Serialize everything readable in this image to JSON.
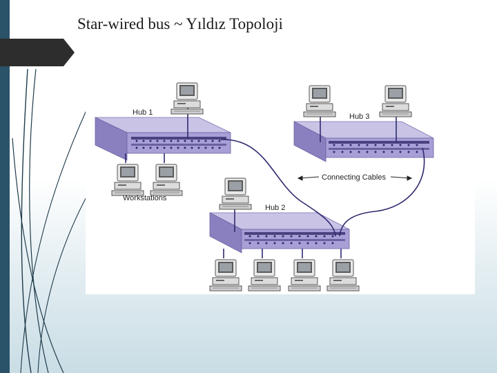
{
  "slide": {
    "title": "Star-wired bus ~ Yıldız Topoloji"
  },
  "diagram": {
    "labels": {
      "hub1": "Hub 1",
      "hub2": "Hub 2",
      "hub3": "Hub 3",
      "workstations": "Workstations",
      "connecting_cables": "Connecting Cables"
    },
    "icons": {
      "workstation": "desktop-computer-icon",
      "hub": "network-hub-icon"
    },
    "colors": {
      "accent": "#2a5268",
      "hub_top": "#c9c3e6",
      "hub_front": "#9b92cc",
      "cable": "#2d2a6e"
    }
  }
}
